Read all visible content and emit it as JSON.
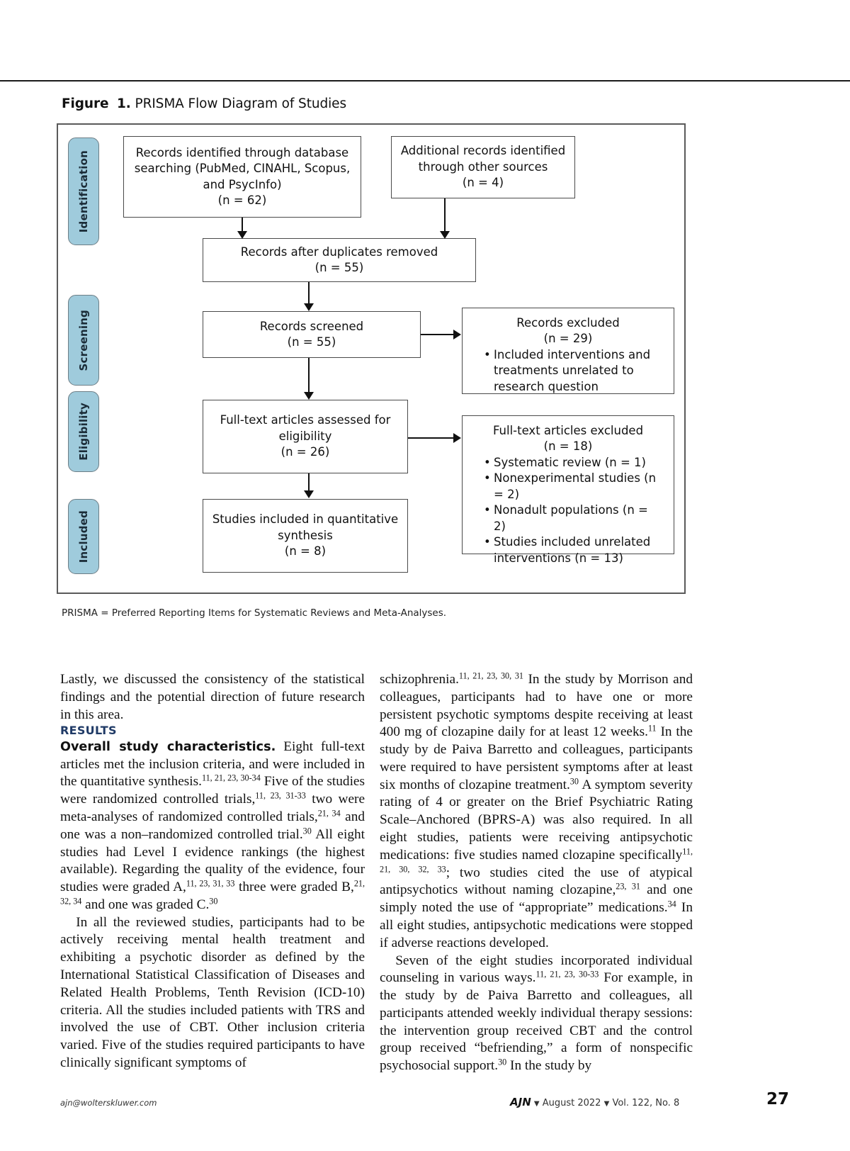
{
  "figure": {
    "label": "Figure",
    "number": "1.",
    "title": "PRISMA Flow Diagram of Studies",
    "note": "PRISMA = Preferred Reporting Items for Systematic Reviews and Meta-Analyses.",
    "phases": [
      {
        "name": "Identification"
      },
      {
        "name": "Screening"
      },
      {
        "name": "Eligibility"
      },
      {
        "name": "Included"
      }
    ],
    "boxes": {
      "db_search": {
        "line1": "Records identified through database",
        "line2": "searching (PubMed, CINAHL, Scopus,",
        "line3": "and PsycInfo)",
        "line4": "(n = 62)"
      },
      "other_sources": {
        "line1": "Additional records identified",
        "line2": "through other sources",
        "line3": "(n = 4)"
      },
      "dedup": {
        "line1": "Records after duplicates removed",
        "line2": "(n = 55)"
      },
      "screened": {
        "line1": "Records screened",
        "line2": "(n = 55)"
      },
      "records_excluded": {
        "line1": "Records excluded",
        "line2": "(n = 29)",
        "bullets": [
          "Included interventions and treatments unrelated to research question"
        ]
      },
      "fulltext_assessed": {
        "line1": "Full-text articles assessed for",
        "line2": "eligibility",
        "line3": "(n = 26)"
      },
      "fulltext_excluded": {
        "line1": "Full-text articles excluded",
        "line2": "(n = 18)",
        "bullets": [
          "Systematic review (n = 1)",
          "Nonexperimental studies (n = 2)",
          "Nonadult populations (n = 2)",
          "Studies included unrelated interventions (n = 13)"
        ]
      },
      "included": {
        "line1": "Studies included in quantitative",
        "line2": "synthesis",
        "line3": "(n = 8)"
      }
    }
  },
  "body": {
    "left": {
      "para1": "Lastly, we discussed the consistency of the statistical findings and the potential direction of future research in this area.",
      "results_heading": "RESULTS",
      "runin": "Overall study characteristics.",
      "para2_a": " Eight full-text articles met the inclusion criteria, and were included in the quantitative synthesis.",
      "sup1": "11, 21, 23, 30-34",
      "para2_b": " Five of the studies were randomized controlled trials,",
      "sup2": "11, 23, 31-33",
      "para2_c": " two were meta-analyses of randomized controlled trials,",
      "sup3": "21, 34",
      "para2_d": " and one was a non–randomized controlled trial.",
      "sup4": "30",
      "para2_e": " All eight studies had Level I evidence rankings (the highest available). Regarding the quality of the evidence, four studies were graded A,",
      "sup5": "11, 23, 31, 33",
      "para2_f": " three were graded B,",
      "sup6": "21, 32, 34",
      "para2_g": " and one was graded C.",
      "sup7": "30",
      "para3": "In all the reviewed studies, participants had to be actively receiving mental health treatment and exhibiting a psychotic disorder as defined by the International Statistical Classification of Diseases and Related Health Problems, Tenth Revision (ICD-10) criteria. All the studies included patients with TRS and involved the use of CBT. Other inclusion criteria varied. Five of the studies required participants to have clinically significant symptoms of"
    },
    "right": {
      "para1_a": "schizophrenia.",
      "sup1": "11, 21, 23, 30, 31",
      "para1_b": " In the study by Morrison and colleagues, participants had to have one or more persistent psychotic symptoms despite receiving at least 400 mg of clozapine daily for at least 12 weeks.",
      "sup2": "11",
      "para1_c": " In the study by de Paiva Barretto and colleagues, participants were required to have persistent symptoms after at least six months of clozapine treatment.",
      "sup3": "30",
      "para1_d": " A symptom severity rating of 4 or greater on the Brief Psychiatric Rating Scale–Anchored (BPRS-A) was also required. In all eight studies, patients were receiving antipsychotic medications: five studies named clozapine specifically",
      "sup4": "11, 21, 30, 32, 33",
      "para1_e": "; two studies cited the use of atypical antipsychotics without naming clozapine,",
      "sup5": "23, 31",
      "para1_f": " and one simply noted the use of “appropriate” medications.",
      "sup6": "34",
      "para1_g": " In all eight studies, antipsychotic medications were stopped if adverse reactions developed.",
      "para2_a": "Seven of the eight studies incorporated individual counseling in various ways.",
      "sup7": "11, 21, 23, 30-33",
      "para2_b": " For example, in the study by de Paiva Barretto and colleagues, all participants attended weekly individual therapy sessions: the intervention group received CBT and the control group received “befriending,” a form of nonspecific psychosocial support.",
      "sup8": "30",
      "para2_c": " In the study by"
    }
  },
  "footer": {
    "left": "ajn@wolterskluwer.com",
    "journal": "AJN",
    "center": "August 2022",
    "center2": "Vol. 122, No. 8",
    "page": "27"
  },
  "colors": {
    "pill_fill": "#9fcbdc",
    "heading": "#1f3a66",
    "rule": "#1a1a1a"
  }
}
